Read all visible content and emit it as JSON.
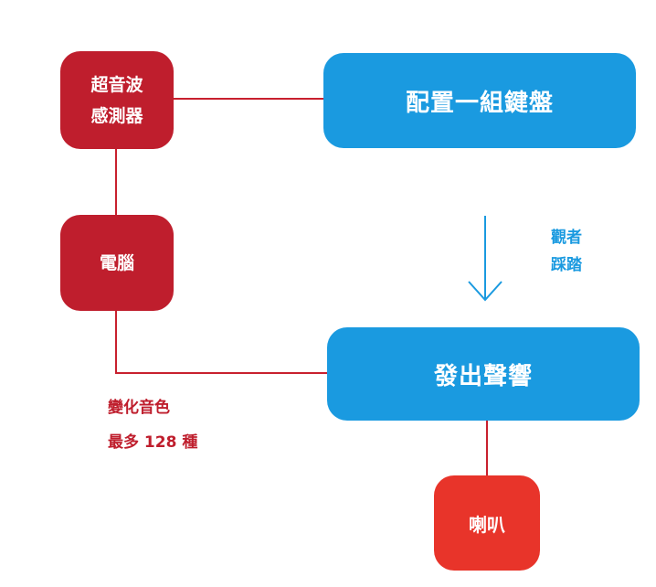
{
  "nodes": {
    "ultrasonic_sensor": "超音波\n感測器",
    "computer": "電腦",
    "configure_keyboard": "配置一組鍵盤",
    "make_sound": "發出聲響",
    "speaker": "喇叭"
  },
  "notes": {
    "audience_step": "觀者\n踩踏",
    "tones": "變化音色\n最多 128 種"
  },
  "colors": {
    "red_node": "#bf1e2d",
    "blue_node": "#1a9ae0",
    "speaker_node": "#e8342a",
    "connector": "#c8202e",
    "arrow": "#1a9ae0"
  }
}
